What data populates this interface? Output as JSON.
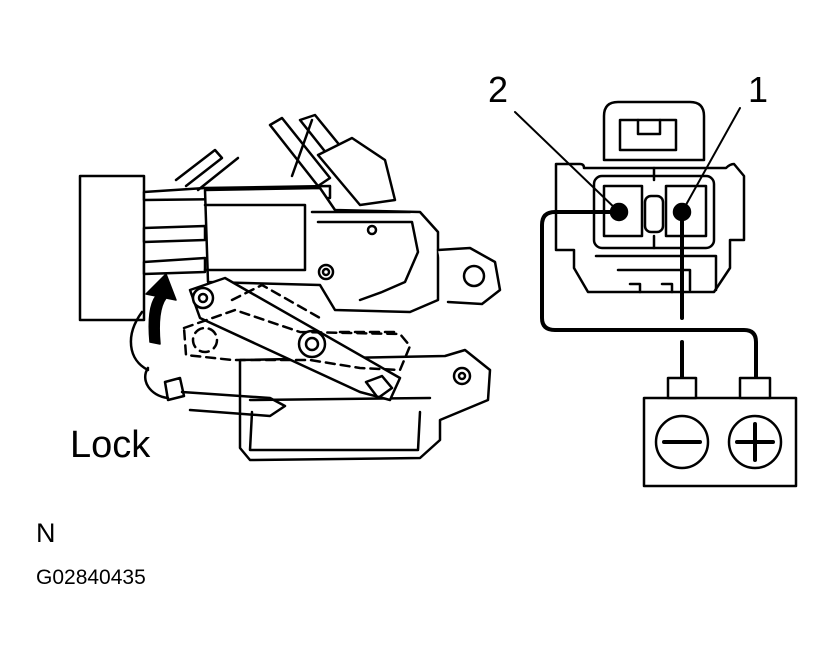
{
  "labels": {
    "lock": "Lock",
    "pin_1": "1",
    "pin_2": "2",
    "note": "N",
    "figure_code": "G02840435"
  },
  "icons": {
    "battery_negative": "minus-sign",
    "battery_positive": "plus-sign",
    "lock_direction": "curved-arrow-up"
  },
  "colors": {
    "line": "#000000",
    "background": "#ffffff"
  }
}
